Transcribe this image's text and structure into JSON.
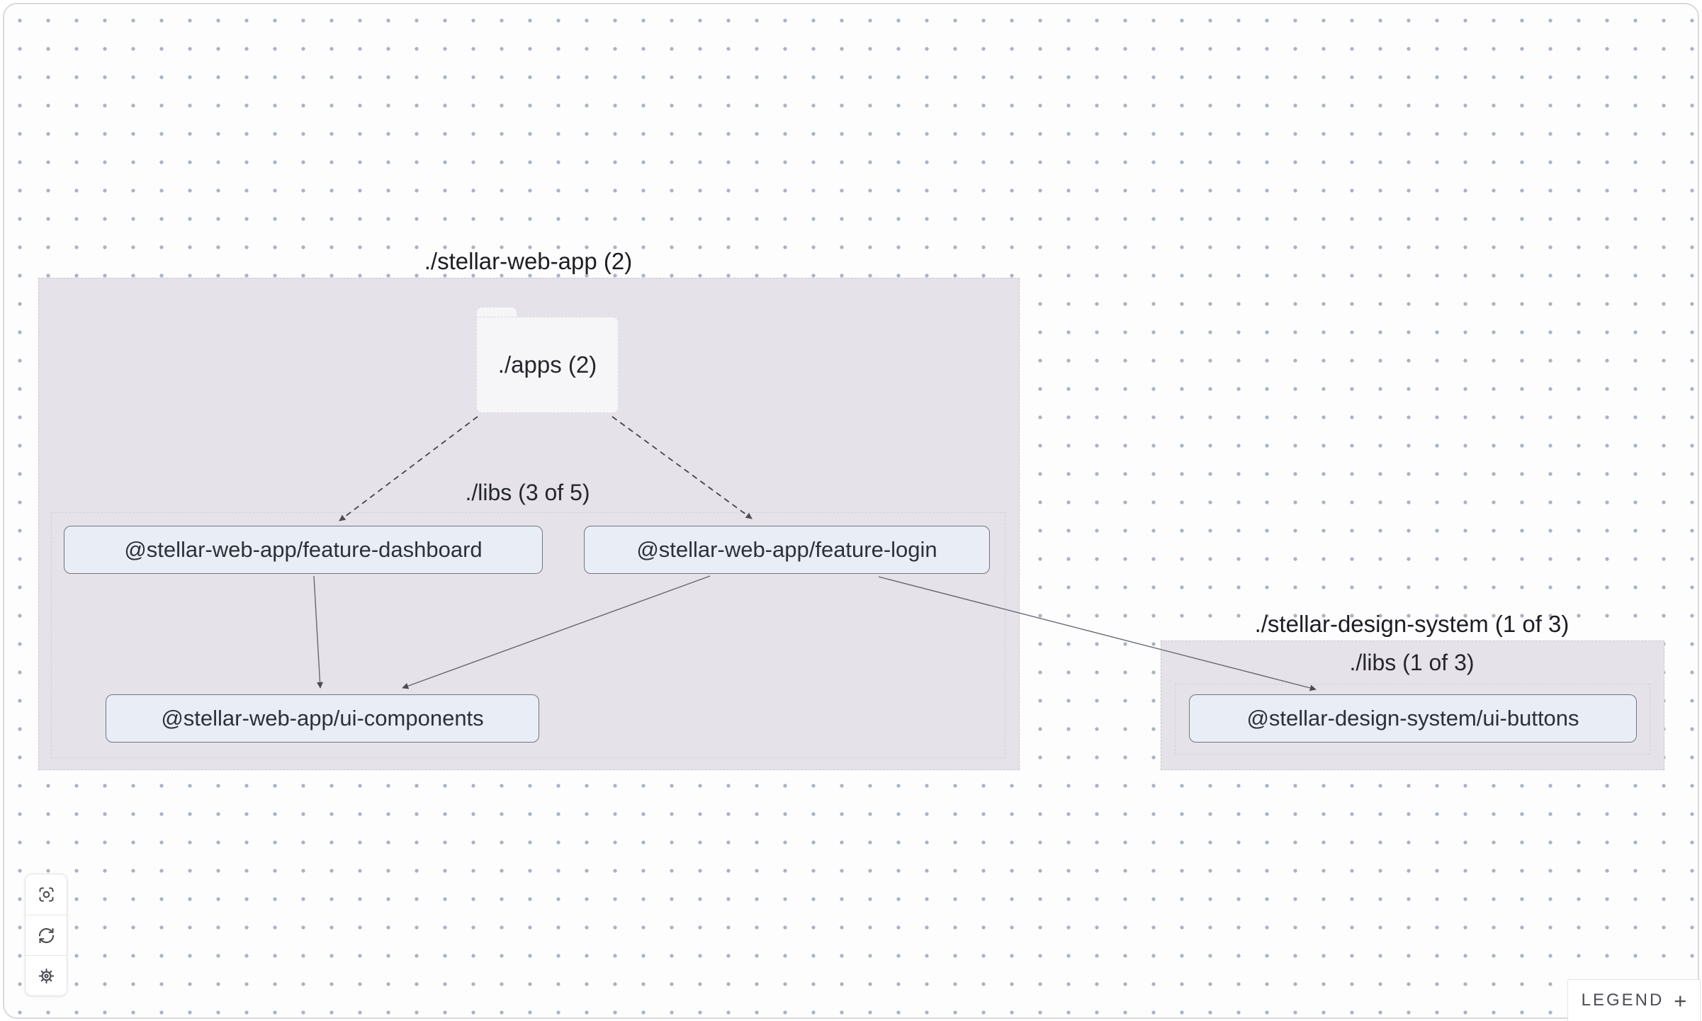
{
  "groups": {
    "web_app": {
      "title": "./stellar-web-app (2)",
      "libs_label": "./libs (3 of 5)"
    },
    "design_system": {
      "title": "./stellar-design-system (1 of 3)",
      "libs_label": "./libs (1 of 3)"
    }
  },
  "folder_node": {
    "label": "./apps (2)"
  },
  "nodes": {
    "feature_dashboard": {
      "label": "@stellar-web-app/feature-dashboard"
    },
    "feature_login": {
      "label": "@stellar-web-app/feature-login"
    },
    "ui_components": {
      "label": "@stellar-web-app/ui-components"
    },
    "ui_buttons": {
      "label": "@stellar-design-system/ui-buttons"
    }
  },
  "edges": [
    {
      "from": "./apps",
      "to": "@stellar-web-app/feature-dashboard",
      "style": "dashed"
    },
    {
      "from": "./apps",
      "to": "@stellar-web-app/feature-login",
      "style": "dashed"
    },
    {
      "from": "@stellar-web-app/feature-dashboard",
      "to": "@stellar-web-app/ui-components",
      "style": "solid"
    },
    {
      "from": "@stellar-web-app/feature-login",
      "to": "@stellar-web-app/ui-components",
      "style": "solid"
    },
    {
      "from": "@stellar-web-app/feature-login",
      "to": "@stellar-design-system/ui-buttons",
      "style": "solid"
    }
  ],
  "toolbar": {
    "buttons": [
      {
        "icon": "focus-icon"
      },
      {
        "icon": "refresh-icon"
      },
      {
        "icon": "settings-icon"
      }
    ]
  },
  "legend": {
    "label": "LEGEND",
    "toggle": "+"
  },
  "colors": {
    "group_fill": "#e5e3e9",
    "node_fill": "#e9edf6",
    "node_border": "#74747f",
    "folder_fill": "#f6f5f8",
    "edge_solid": "#666670",
    "edge_dashed": "#45454d",
    "dot_grid": "#a9b3c1",
    "canvas_border": "#d9d9de"
  }
}
